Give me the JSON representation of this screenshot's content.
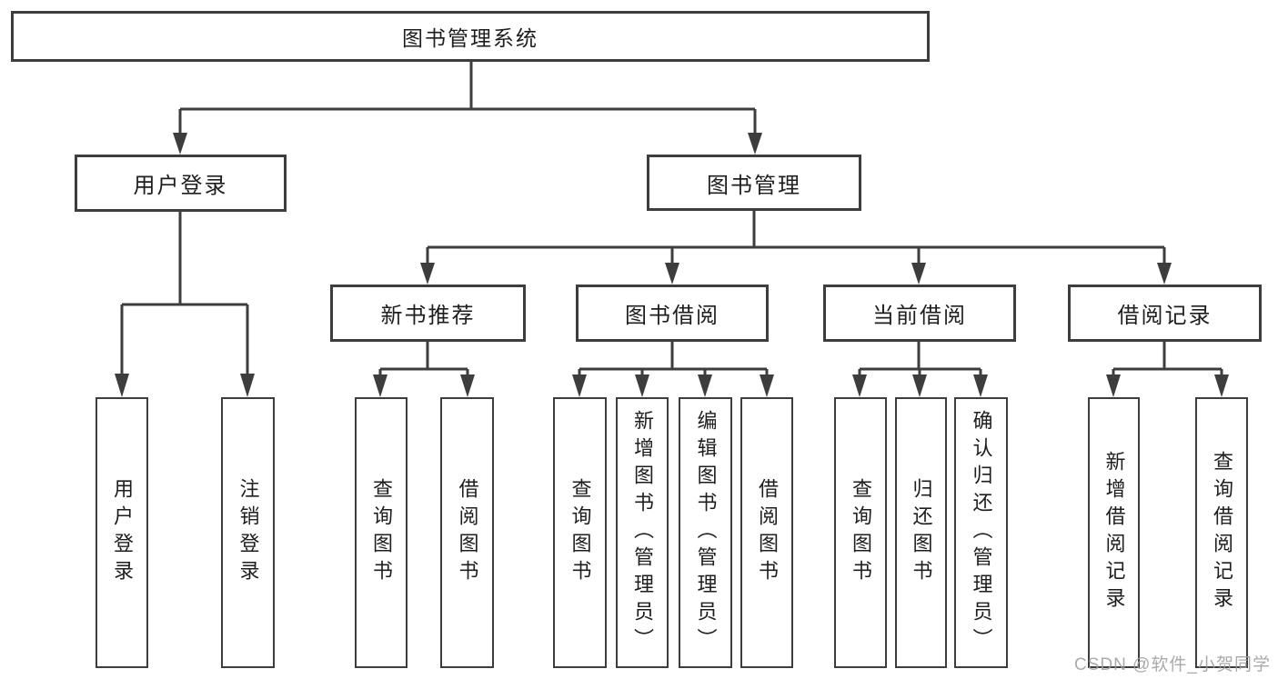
{
  "diagram": {
    "root": "图书管理系统",
    "level2": [
      {
        "label": "用户登录",
        "children": [
          "用户登录",
          "注销登录"
        ]
      },
      {
        "label": "图书管理"
      }
    ],
    "level3": [
      {
        "label": "新书推荐",
        "children": [
          "查询图书",
          "借阅图书"
        ]
      },
      {
        "label": "图书借阅",
        "children": [
          "查询图书",
          "新增图书（管理员）",
          "编辑图书（管理员）",
          "借阅图书"
        ]
      },
      {
        "label": "当前借阅",
        "children": [
          "查询图书",
          "归还图书",
          "确认归还（管理员）"
        ]
      },
      {
        "label": "借阅记录",
        "children": [
          "新增借阅记录",
          "查询借阅记录"
        ]
      }
    ]
  },
  "colors": {
    "line": "#3d3d3d",
    "border": "#3d3d3d",
    "text": "#1e1e1e",
    "watermark": "#9e9e9e"
  },
  "watermark": {
    "text": "CSDN @软件_小贺同学"
  }
}
